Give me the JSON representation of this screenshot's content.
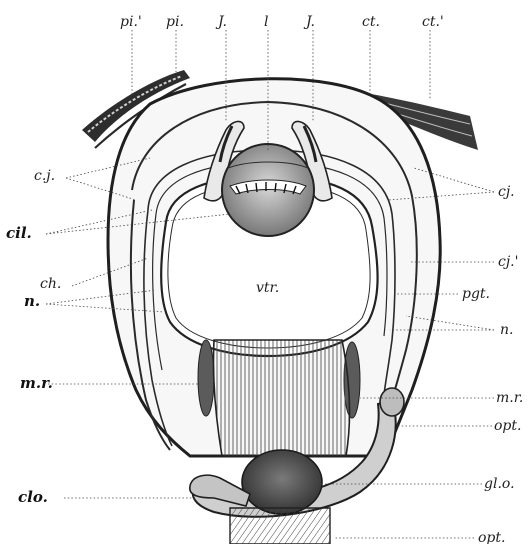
{
  "labels": {
    "pi_prime": "pi.'",
    "pi": "pi.",
    "j_left": "J.",
    "l": "l",
    "j_right": "J.",
    "ct": "ct.",
    "ct_prime": "ct.'",
    "cj_left": "c.j.",
    "cil": "cil.",
    "ch": "ch.",
    "n_left": "n.",
    "mr_left": "m.r.",
    "clo": "clo.",
    "cj_right": "cj.",
    "cj_prime": "cj.'",
    "pgt": "pgt.",
    "n_right": "n.",
    "mr_right": "m.r.",
    "opt_mid": "opt.",
    "glo": "gl.o.",
    "opt_bottom": "opt.",
    "vtr": "vtr."
  }
}
